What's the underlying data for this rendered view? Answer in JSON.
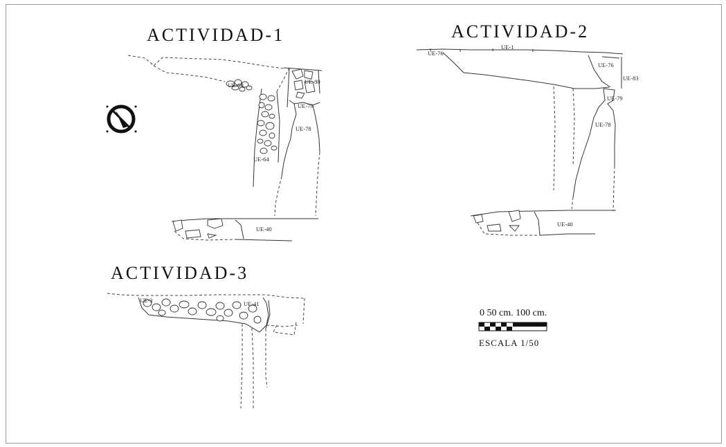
{
  "figure": {
    "sections": [
      {
        "title": "ACTIVIDAD-1",
        "units": [
          "UE-80",
          "UE-79",
          "UE-78",
          "UE-40",
          "UE-60",
          "UE-64"
        ]
      },
      {
        "title": "ACTIVIDAD-2",
        "units": [
          "UE-76",
          "UE-1",
          "UE-76",
          "UE-83",
          "UE-79",
          "UE-78",
          "UE-40"
        ]
      },
      {
        "title": "ACTIVIDAD-3",
        "units": [
          "UE-41",
          "UE-3"
        ]
      }
    ],
    "scale": {
      "ticks": "0   50 cm.   100 cm.",
      "caption": "ESCALA 1/50"
    },
    "north_icon": "compass-arrow-icon"
  }
}
